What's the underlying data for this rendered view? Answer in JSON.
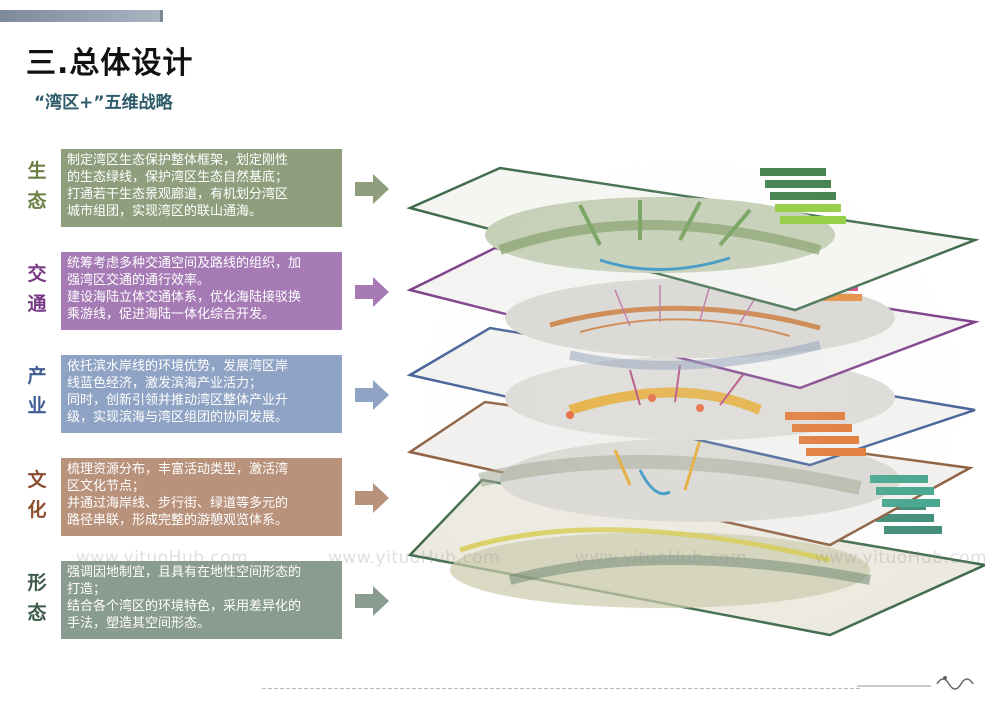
{
  "header": {
    "title": "三.总体设计",
    "subtitle": "“湾区+”五维战略"
  },
  "strategies": [
    {
      "label_top": "生",
      "label_bottom": "态",
      "color": "#8f9f7e",
      "label_color": "#6b7f45",
      "lines": [
        "制定湾区生态保护整体框架，划定刚性",
        "的生态绿线，保护湾区生态自然基底；",
        "打通若干生态景观廊道，有机划分湾区",
        "城市组团，实现湾区的联山通海。"
      ]
    },
    {
      "label_top": "交",
      "label_bottom": "通",
      "color": "#a67bb5",
      "label_color": "#7a3b86",
      "lines": [
        "统筹考虑多种交通空间及路线的组织，加",
        "强湾区交通的通行效率。",
        "建设海陆立体交通体系，优化海陆接驳换",
        "乘游线，促进海陆一体化综合开发。"
      ]
    },
    {
      "label_top": "产",
      "label_bottom": "业",
      "color": "#8fa3c4",
      "label_color": "#3f5c93",
      "lines": [
        "依托滨水岸线的环境优势，发展湾区岸",
        "线蓝色经济，激发滨海产业活力；",
        "同时，创新引领并推动湾区整体产业升",
        "级，实现滨海与湾区组团的协同发展。"
      ]
    },
    {
      "label_top": "文",
      "label_bottom": "化",
      "color": "#b9927c",
      "label_color": "#8c4e2e",
      "lines": [
        "梳理资源分布，丰富活动类型，激活湾",
        "区文化节点；",
        "并通过海岸线、步行街、绿道等多元的",
        "路径串联，形成完整的游憩观览体系。"
      ]
    },
    {
      "label_top": "形",
      "label_bottom": "态",
      "color": "#8a9b8f",
      "label_color": "#3e5a48",
      "lines": [
        "强调因地制宜，且具有在地性空间形态的",
        "打造；",
        "结合各个湾区的环境特色，采用差异化的",
        "手法，塑造其空间形态。"
      ]
    }
  ],
  "watermark": "www.yituoHub.com",
  "icons": [
    "arrow-right-icon",
    "logo-icon"
  ]
}
